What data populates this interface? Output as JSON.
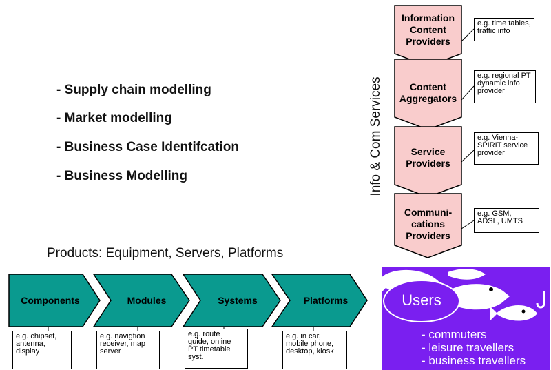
{
  "bullets": [
    "- Supply chain modelling",
    "- Market modelling",
    "- Business Case Identifcation",
    "- Business Modelling"
  ],
  "services_axis_label": "Info & Com Services",
  "services": [
    {
      "label": "Information Content Providers",
      "lines": [
        "Information",
        "Content",
        "Providers"
      ],
      "note": [
        "e.g. time tables,",
        "traffic info"
      ]
    },
    {
      "label": "Content Aggregators",
      "lines": [
        "Content",
        "Aggregators"
      ],
      "note": [
        "e.g. regional PT",
        "dynamic info",
        "provider"
      ]
    },
    {
      "label": "Service Providers",
      "lines": [
        "Service",
        "Providers"
      ],
      "note": [
        "e.g. Vienna-",
        "SPIRIT service",
        "provider"
      ]
    },
    {
      "label": "Communications Providers",
      "lines": [
        "Communi-",
        "cations",
        "Providers"
      ],
      "note": [
        "e.g. GSM,",
        "ADSL, UMTS"
      ]
    }
  ],
  "products_label": "Products: Equipment, Servers, Platforms",
  "products": [
    {
      "label": "Components",
      "note": [
        "e.g. chipset,",
        "antenna,",
        "display"
      ]
    },
    {
      "label": "Modules",
      "note": [
        "e.g. navigtion",
        "receiver, map",
        "server"
      ]
    },
    {
      "label": "Systems",
      "note": [
        "e.g. route",
        "guide, online",
        "PT timetable",
        "syst."
      ]
    },
    {
      "label": "Platforms",
      "note": [
        "e.g. in car,",
        "mobile phone,",
        "desktop, kiosk"
      ]
    }
  ],
  "users": {
    "title": "Users",
    "items": [
      "- commuters",
      "- leisure travellers",
      "- business travellers"
    ]
  },
  "colors": {
    "service_fill": "#f9cccc",
    "product_fill": "#0a9a8f",
    "users_bg": "#7a1ff0"
  }
}
